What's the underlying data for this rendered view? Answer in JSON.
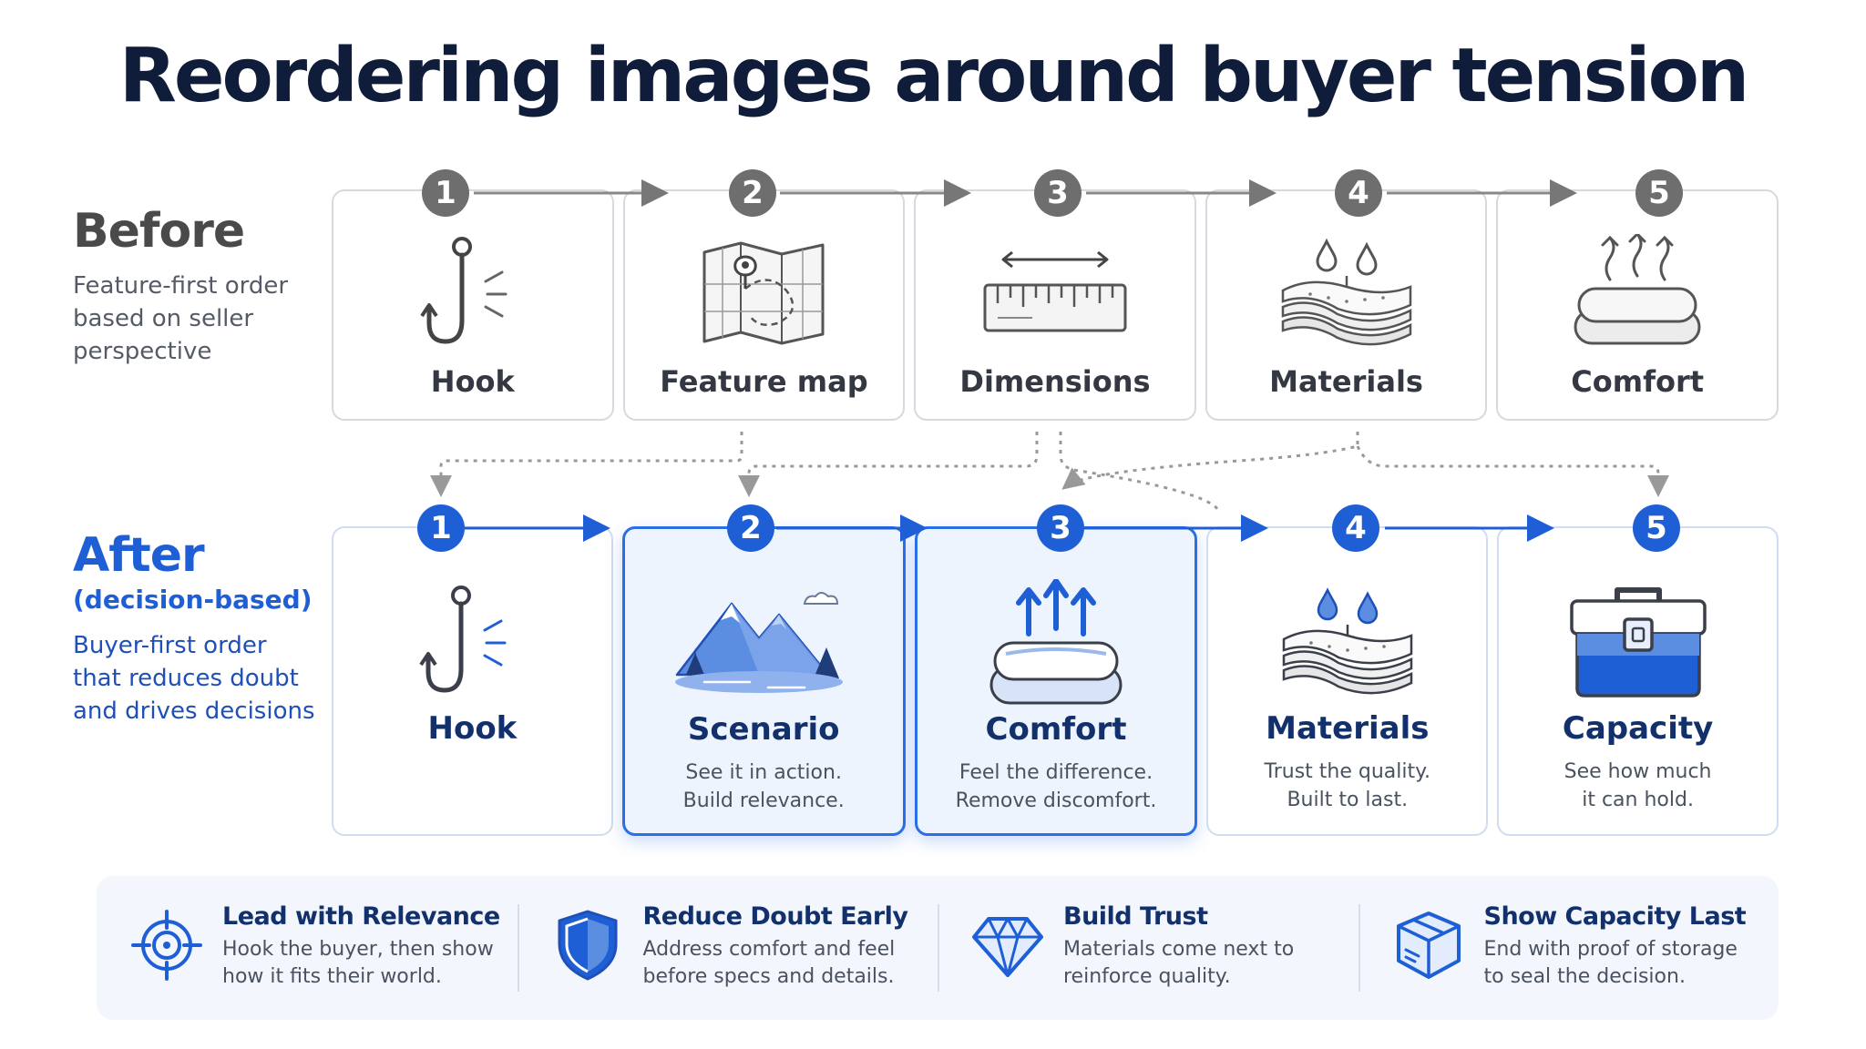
{
  "title": "Reordering images around buyer tension",
  "before": {
    "heading": "Before",
    "description": "Feature-first order based on seller perspective",
    "steps": [
      {
        "number": "1",
        "label": "Hook",
        "icon": "hook-icon"
      },
      {
        "number": "2",
        "label": "Feature map",
        "icon": "map-icon"
      },
      {
        "number": "3",
        "label": "Dimensions",
        "icon": "ruler-icon"
      },
      {
        "number": "4",
        "label": "Materials",
        "icon": "fabric-layers-icon"
      },
      {
        "number": "5",
        "label": "Comfort",
        "icon": "cushion-icon"
      }
    ]
  },
  "after": {
    "heading": "After",
    "subheading": "(decision-based)",
    "description": "Buyer-first order that reduces doubt and drives decisions",
    "steps": [
      {
        "number": "1",
        "label": "Hook",
        "desc1": "",
        "desc2": "",
        "icon": "hook-icon",
        "highlighted": false
      },
      {
        "number": "2",
        "label": "Scenario",
        "desc1": "See it in action.",
        "desc2": "Build relevance.",
        "icon": "mountain-scene-icon",
        "highlighted": true
      },
      {
        "number": "3",
        "label": "Comfort",
        "desc1": "Feel the difference.",
        "desc2": "Remove discomfort.",
        "icon": "cushion-icon",
        "highlighted": true
      },
      {
        "number": "4",
        "label": "Materials",
        "desc1": "Trust the quality.",
        "desc2": "Built to last.",
        "icon": "fabric-layers-icon",
        "highlighted": false
      },
      {
        "number": "5",
        "label": "Capacity",
        "desc1": "See how much",
        "desc2": "it can hold.",
        "icon": "storage-box-icon",
        "highlighted": false
      }
    ]
  },
  "tips": [
    {
      "title": "Lead with Relevance",
      "line1": "Hook the buyer, then show",
      "line2": "how it fits their world.",
      "icon": "target-icon"
    },
    {
      "title": "Reduce Doubt Early",
      "line1": "Address comfort and feel",
      "line2": "before specs and details.",
      "icon": "shield-icon"
    },
    {
      "title": "Build Trust",
      "line1": "Materials come next to",
      "line2": "reinforce quality.",
      "icon": "diamond-icon"
    },
    {
      "title": "Show Capacity Last",
      "line1": "End with proof of storage",
      "line2": "to seal the decision.",
      "icon": "box-icon"
    }
  ],
  "colors": {
    "accent": "#1f5fd6",
    "title": "#0f1c3a",
    "muted": "#6e6e6e"
  }
}
